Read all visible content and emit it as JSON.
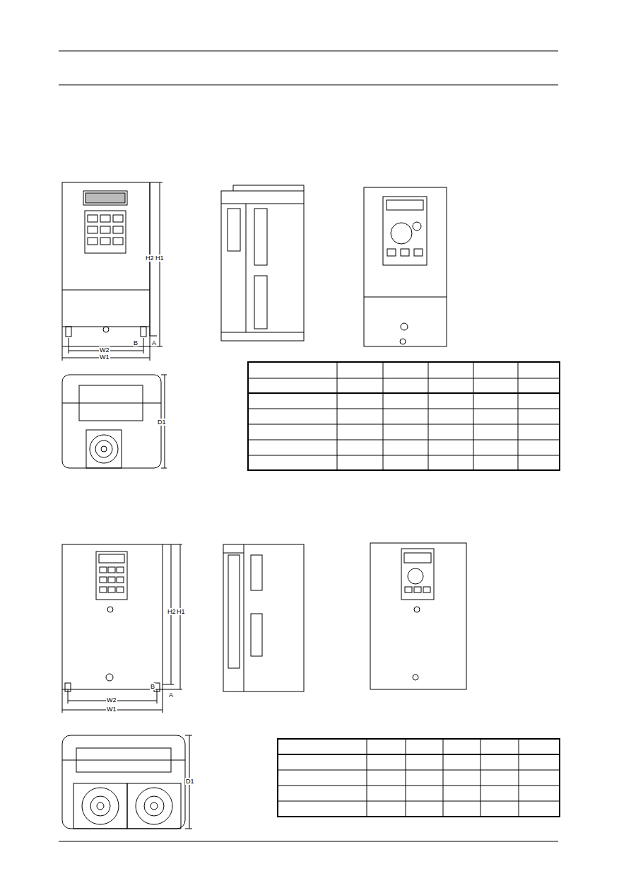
{
  "diagram": {
    "labels": [
      "H2",
      "H1",
      "W2",
      "W1",
      "B",
      "A",
      "D1",
      "H2",
      "H1",
      "W2",
      "W1",
      "A",
      "B",
      "D1"
    ]
  }
}
